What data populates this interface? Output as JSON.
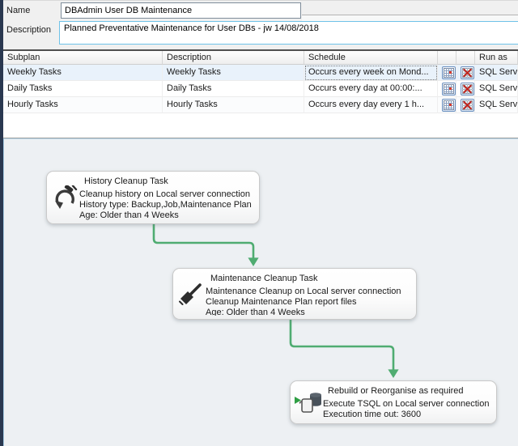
{
  "form": {
    "name_label": "Name",
    "name_value": "DBAdmin User DB Maintenance",
    "description_label": "Description",
    "description_value": "Planned Preventative Maintenance for User DBs - jw 14/08/2018"
  },
  "grid": {
    "columns": [
      "Subplan",
      "Description",
      "Schedule",
      "",
      "",
      "Run as"
    ],
    "rows": [
      {
        "subplan": "Weekly Tasks",
        "description": "Weekly Tasks",
        "schedule": "Occurs every week on Mond...",
        "run_as": "SQL Serv",
        "selected": true
      },
      {
        "subplan": "Daily Tasks",
        "description": "Daily Tasks",
        "schedule": "Occurs every day at 00:00:...",
        "run_as": "SQL Serv",
        "selected": false
      },
      {
        "subplan": "Hourly Tasks",
        "description": "Hourly Tasks",
        "schedule": "Occurs every day every 1 h...",
        "run_as": "SQL Serv",
        "selected": false
      }
    ]
  },
  "designer": {
    "tasks": [
      {
        "title": "History Cleanup Task",
        "icon": "history-cleanup-icon",
        "lines": [
          "Cleanup history on Local server connection",
          "History type: Backup,Job,Maintenance Plan",
          "Age: Older than 4 Weeks"
        ]
      },
      {
        "title": "Maintenance Cleanup Task",
        "icon": "maintenance-cleanup-icon",
        "lines": [
          "Maintenance Cleanup on Local server connection",
          "Cleanup Maintenance Plan report files",
          "Age: Older than 4 Weeks"
        ]
      },
      {
        "title": "Rebuild or Reorganise as required",
        "icon": "execute-tsql-icon",
        "lines": [
          "Execute TSQL on Local server connection",
          "Execution time out: 3600"
        ]
      }
    ]
  },
  "icons": {
    "schedule_edit": "calendar-icon",
    "schedule_remove": "calendar-remove-icon"
  },
  "colors": {
    "connector_green": "#4FAC71",
    "selected_row": "#E9F2FB",
    "description_field_border": "#6FC2E8",
    "surface_background": "#EDF0F3",
    "left_edge_strip": "#2A3850"
  }
}
